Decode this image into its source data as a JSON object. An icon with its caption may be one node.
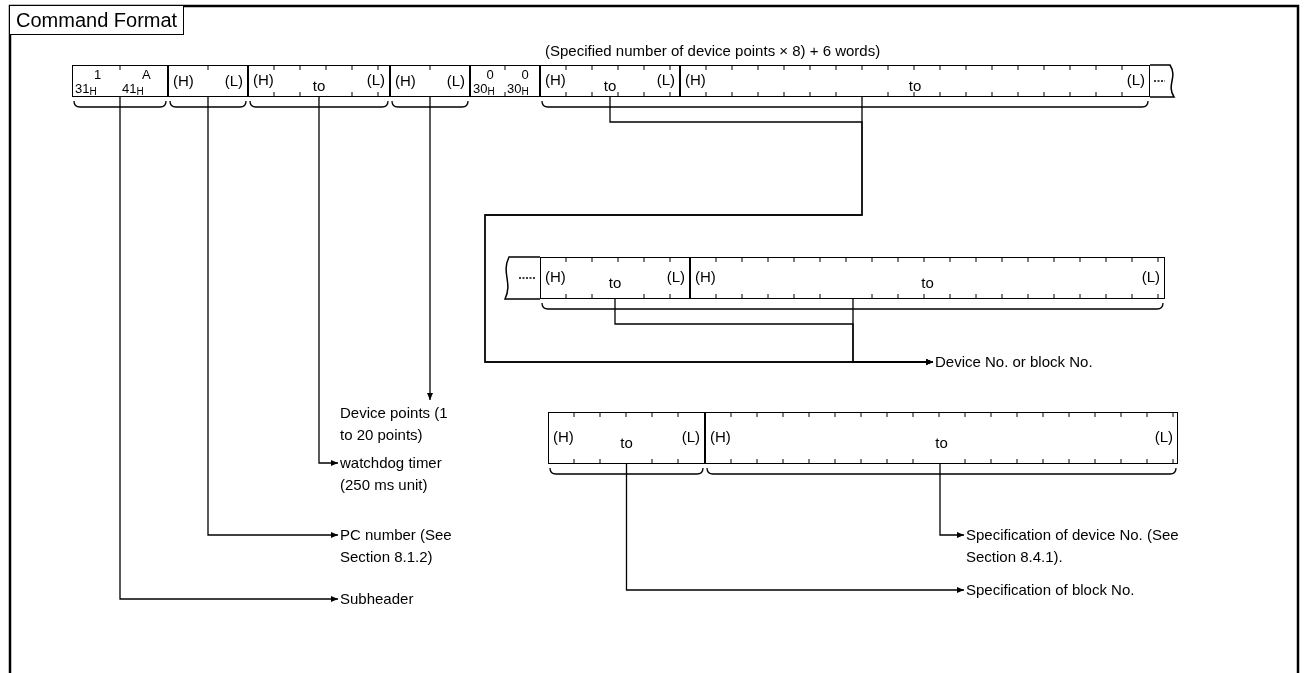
{
  "diagram": {
    "title": "Command Format",
    "nodes": [
      {
        "text": [
          "1",
          "A",
          "31$_{H}$",
          "41$_{H}$"
        ]
      },
      {
        "text": [
          "(H)",
          "(L)"
        ]
      },
      {
        "text": [
          "(H)",
          "to",
          "(L)"
        ]
      },
      {
        "text": [
          "(H)",
          "(L)"
        ]
      },
      {
        "text": [
          "0",
          "0",
          "30$_{H}$",
          "30$_{H}$"
        ]
      },
      {
        "text": [
          "(H)",
          "to",
          "(L)"
        ]
      },
      {
        "text": [
          "(H)",
          "to",
          "(L)"
        ]
      },
      {
        "text": [
          "(H)",
          "to",
          "(L)"
        ]
      },
      {
        "text": [
          "(H)",
          "to",
          "(L)"
        ]
      },
      {
        "text": [
          "(H)",
          "to",
          "(L)"
        ]
      },
      {
        "text": [
          "(H)",
          "to",
          "(L)"
        ]
      },
      {
        "text": [
          "Device points (1 to 20 points)"
        ]
      },
      {
        "text": [
          "watchdog timer (250 ms unit)"
        ]
      },
      {
        "text": [
          "PC number (See Section 8.1.2)"
        ]
      },
      {
        "text": [
          "Subheader"
        ]
      },
      {
        "text": [
          "Device No. or block No."
        ]
      },
      {
        "text": [
          "Specification of device No. (See Section 8.4.1)."
        ]
      },
      {
        "text": [
          "Specification of block No."
        ]
      }
    ],
    "edges": [
      {
        "from": 0,
        "to": 14,
        "arrow": "to"
      },
      {
        "from": 1,
        "to": 13,
        "arrow": "to"
      },
      {
        "from": 2,
        "to": 12,
        "arrow": "to"
      },
      {
        "from": 3,
        "to": 11,
        "arrow": "to"
      },
      {
        "from": 5,
        "to": 15,
        "arrow": "to"
      },
      {
        "from": 6,
        "to": 15,
        "arrow": "to"
      },
      {
        "from": 7,
        "to": 15,
        "arrow": "to"
      },
      {
        "from": 8,
        "to": 15,
        "arrow": "to"
      },
      {
        "from": 10,
        "to": 16,
        "arrow": "to"
      },
      {
        "from": 9,
        "to": 17,
        "arrow": "to"
      }
    ],
    "labels": [
      "(Specified number of device points × 8) + 6 words)"
    ]
  }
}
